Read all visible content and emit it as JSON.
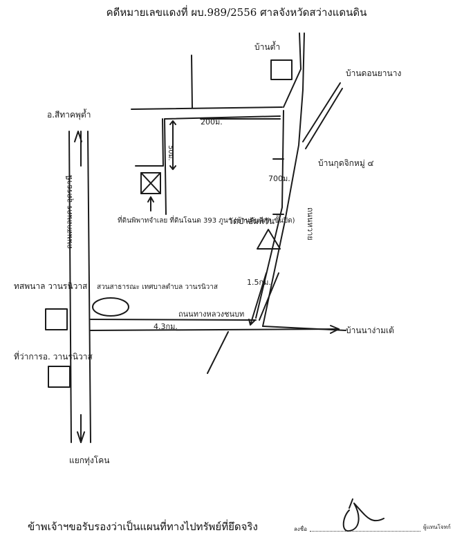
{
  "header": {
    "title": "คดีหมายเลขแดงที่ ผบ.989/2556  ศาลจังหวัดสว่างแดนดิน"
  },
  "map": {
    "labels": {
      "north_village": "บ้านต้ำ",
      "northeast_village": "บ้านดอนยานาง",
      "top_left_village": "อ.สีทาคพุต้ำ",
      "east_village": "บ้านกุดจิกหมู่ ๔",
      "southeast_village": "บ้านนาง่ามเต้",
      "south_junction": "แยกทุ่งโคน",
      "property": "ที่ดินพิพาทจำเลย ที่ดินโฉนด 393 ภูนา (บ้านคันสีสุก ขั้นปิด)",
      "temple": "วัดป่าอัมพวัน",
      "park": "สวนสาธารณะ เทศบาลตำบล วานรนิวาส",
      "hospital": "ทสพนาล วานรนิวาส",
      "district_office": "ที่ว่าการอ. วานรนิวาส",
      "main_road_west": "ถนนสกลนคร-อุดรธานี",
      "main_road_east": "ถนนหวาย",
      "south_road": "ถนนทางหลวงชนบท"
    },
    "distances": {
      "top_road": "200ม.",
      "short_road": "50ม.",
      "east_segment": "700ม.",
      "diagonal": "1.5กม.",
      "south_road": "4.3กม."
    }
  },
  "footer": {
    "certification": "ข้าพเจ้าฯขอรับรองว่าเป็นแผนที่ทางไปทรัพย์ที่ยึดจริง",
    "sign_label": "ลงชื่อ",
    "role_label": "ผู้แทนโจทก์"
  }
}
